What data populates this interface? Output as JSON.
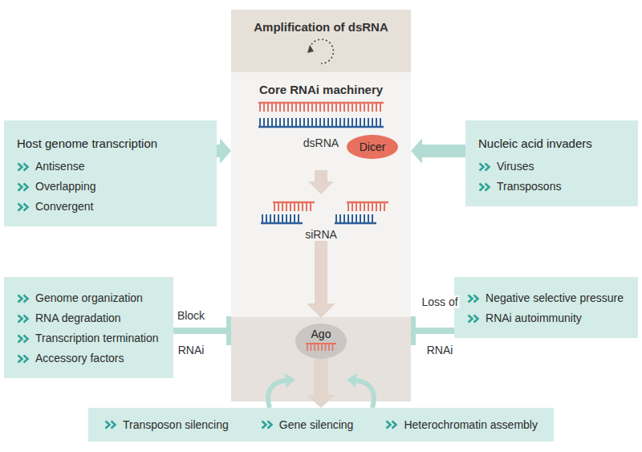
{
  "diagram": {
    "nodes": [
      {
        "text": [
          "Amplification of dsRNA"
        ]
      },
      {
        "text": [
          "Core RNAi machinery"
        ]
      },
      {
        "text": [
          "Dicer"
        ],
        "in": 1
      },
      {
        "text": [
          "Ago"
        ],
        "in": 1
      },
      {
        "text": [
          "Host genome transcription",
          "Antisense",
          "Overlapping",
          "Convergent"
        ]
      },
      {
        "text": [
          "Nucleic acid invaders",
          "Viruses",
          "Transposons"
        ]
      },
      {
        "text": [
          "Genome organization",
          "RNA degradation",
          "Transcription termination",
          "Accessory factors"
        ]
      },
      {
        "text": [
          "Negative selective pressure",
          "RNAi autoimmunity"
        ]
      },
      {
        "text": [
          "Transposon silencing",
          "Gene silencing",
          "Heterochromatin assembly"
        ]
      }
    ],
    "edges": [
      {
        "from": 4,
        "to": 1,
        "arrow": "to"
      },
      {
        "from": 5,
        "to": 1,
        "arrow": "to"
      },
      {
        "from": 6,
        "to": 1,
        "arrow": "to"
      },
      {
        "from": 7,
        "to": 1,
        "arrow": "to"
      },
      {
        "from": 3,
        "to": 8,
        "arrow": "to"
      },
      {
        "from": 8,
        "to": 1,
        "arrow": "to"
      },
      {
        "from": 8,
        "to": 1,
        "arrow": "to"
      }
    ],
    "labels": [
      "dsRNA",
      "siRNA",
      "Block",
      "RNAi",
      "Loss of",
      "RNAi"
    ]
  }
}
